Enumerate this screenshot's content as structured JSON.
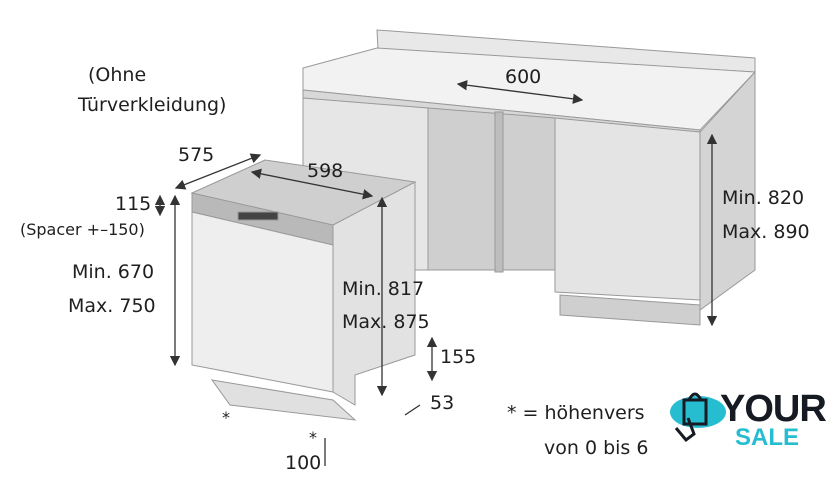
{
  "note_top": [
    "(Ohne",
    "Türverkleidung)"
  ],
  "dims": {
    "cabinet_opening_width": "600",
    "depth": "575",
    "width": "598",
    "top_gap": "115",
    "spacer": "(Spacer +–150)",
    "door_height_min": "Min. 670",
    "door_height_max": "Max. 750",
    "unit_height_min": "Min. 817",
    "unit_height_max": "Max. 875",
    "counter_height_min": "Min. 820",
    "counter_height_max": "Max. 890",
    "plinth_height": "155",
    "plinth_depth": "53",
    "foot_offset": "100",
    "asterisk": "*"
  },
  "footnote": [
    "* = höhenvers",
    "von 0 bis 6"
  ],
  "logo": {
    "word1": "YOUR",
    "word2": "SALE",
    "accent": "#27bdd0",
    "dark": "#161a22"
  }
}
